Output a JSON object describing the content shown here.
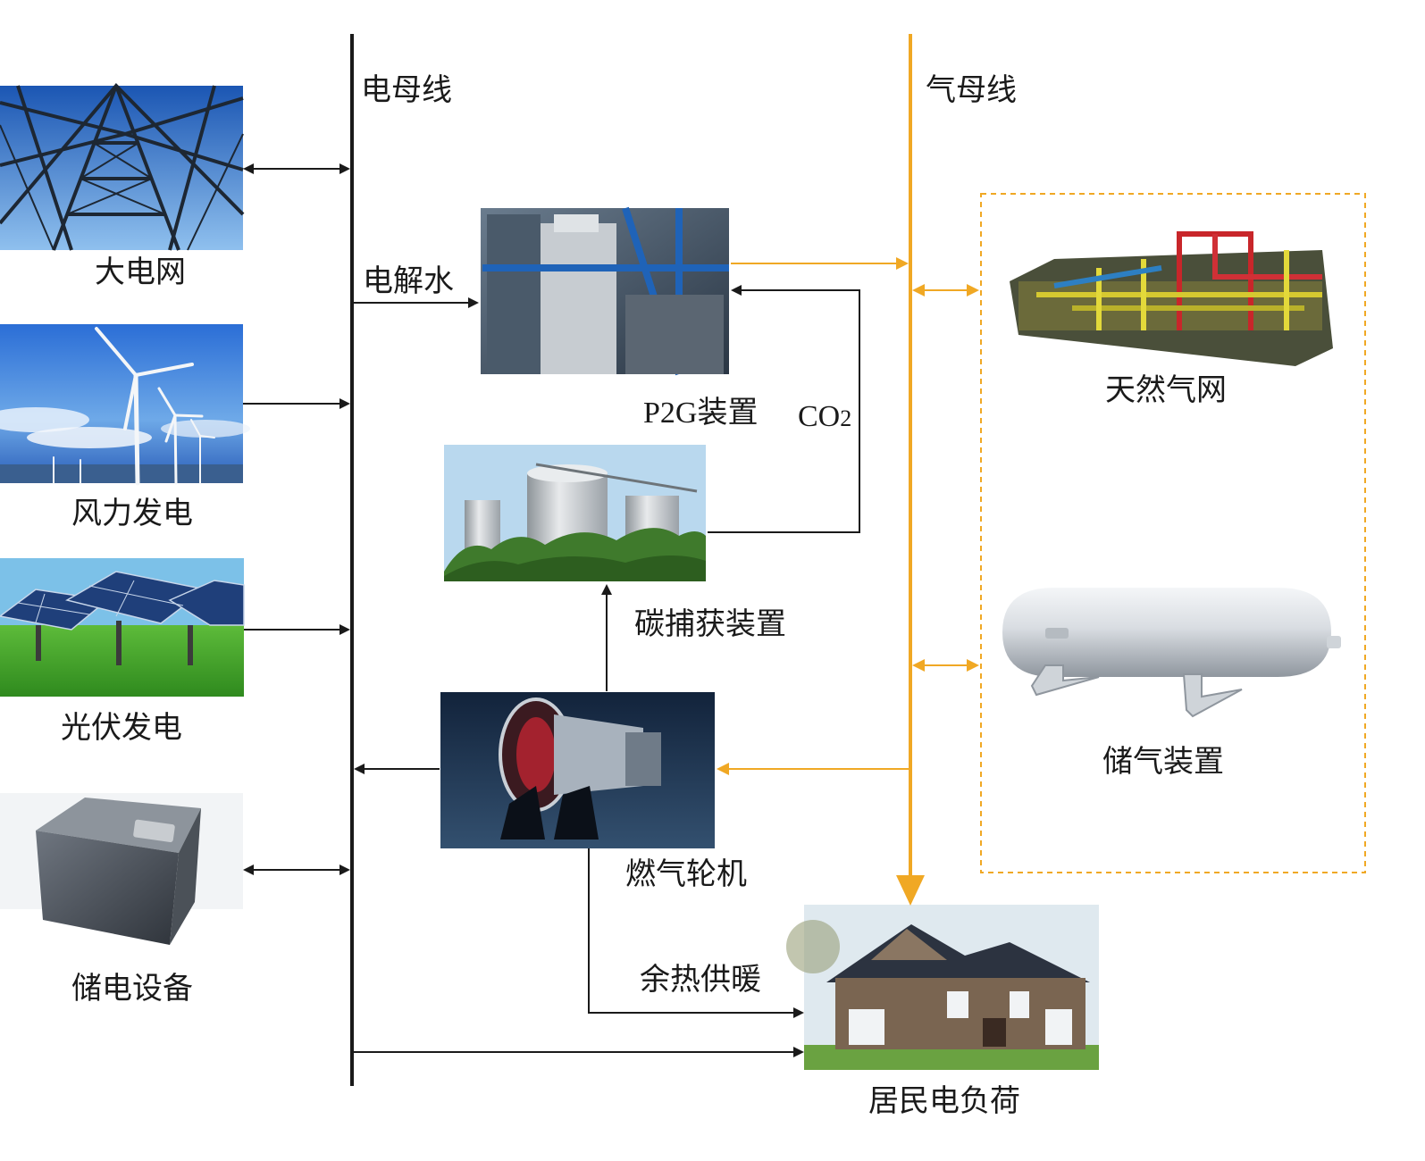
{
  "buses": {
    "electric": "电母线",
    "gas": "气母线"
  },
  "nodes": {
    "grid": "大电网",
    "wind": "风力发电",
    "pv": "光伏发电",
    "battery": "储电设备",
    "p2g": "P2G装置",
    "carbon_capture": "碳捕获装置",
    "gas_turbine": "燃气轮机",
    "gas_network": "天然气网",
    "gas_storage": "储气装置",
    "resident_load": "居民电负荷"
  },
  "flows": {
    "electrolysis": "电解水",
    "co2_main": "CO",
    "co2_sub": "2",
    "waste_heat": "余热供暖"
  },
  "colors": {
    "electric_line": "#1a1a1a",
    "gas_line": "#f0a824",
    "dashed_box": "#f0a824"
  }
}
